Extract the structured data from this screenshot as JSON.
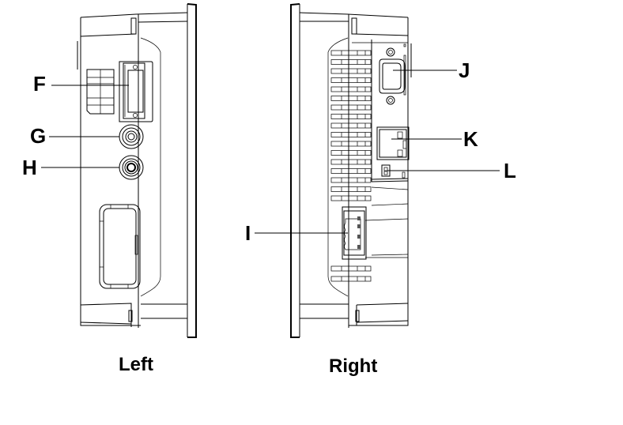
{
  "views": [
    {
      "id": "left",
      "caption": "Left",
      "callouts": [
        {
          "letter": "F",
          "target": "card-slot"
        },
        {
          "letter": "G",
          "target": "audio-jack-upper"
        },
        {
          "letter": "H",
          "target": "audio-jack-lower"
        }
      ]
    },
    {
      "id": "right",
      "caption": "Right",
      "callouts": [
        {
          "letter": "J",
          "target": "serial-port-db9"
        },
        {
          "letter": "K",
          "target": "ethernet-port-rj45"
        },
        {
          "letter": "L",
          "target": "dip-switch"
        },
        {
          "letter": "I",
          "target": "power-connector"
        }
      ]
    }
  ]
}
